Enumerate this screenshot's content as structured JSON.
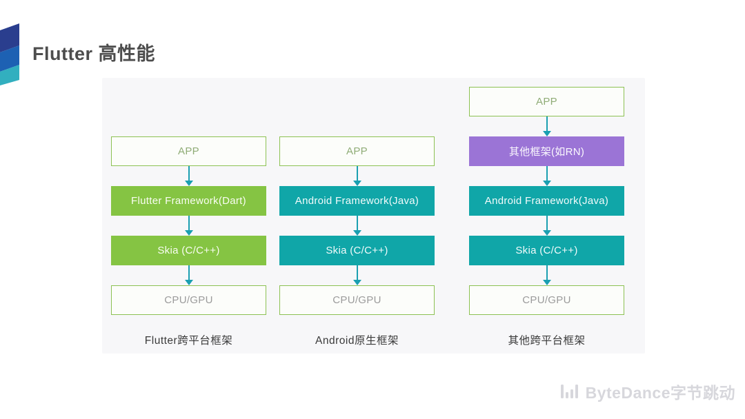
{
  "slide": {
    "title": "Flutter 高性能",
    "footer_brand": "ByteDance字节跳动"
  },
  "colors": {
    "box_green": "#85c443",
    "box_teal": "#10a6a8",
    "box_purple": "#9b74d6",
    "outline_border_green": "#8cc152",
    "arrow_teal": "#1a9fb1",
    "panel_gray": "#f7f7f9",
    "logo_navy": "#2a3e8e",
    "logo_blue": "#1d61b3",
    "logo_teal": "#32afbf",
    "footer_gray": "#d7d7dc"
  },
  "icons": {
    "corner_logo": "cube-ribbon-icon",
    "footer_logo": "bytedance-bars-icon"
  },
  "diagram": {
    "columns": [
      {
        "label": "Flutter跨平台框架",
        "boxes": [
          {
            "text": "APP",
            "style": "outline"
          },
          {
            "text": "Flutter Framework(Dart)",
            "style": "green"
          },
          {
            "text": "Skia (C/C++)",
            "style": "green"
          },
          {
            "text": "CPU/GPU",
            "style": "outline-gray"
          }
        ]
      },
      {
        "label": "Android原生框架",
        "boxes": [
          {
            "text": "APP",
            "style": "outline"
          },
          {
            "text": "Android Framework(Java)",
            "style": "teal"
          },
          {
            "text": "Skia (C/C++)",
            "style": "teal"
          },
          {
            "text": "CPU/GPU",
            "style": "outline-gray"
          }
        ]
      },
      {
        "label": "其他跨平台框架",
        "boxes": [
          {
            "text": "APP",
            "style": "outline"
          },
          {
            "text": "其他框架(如RN)",
            "style": "purple"
          },
          {
            "text": "Android Framework(Java)",
            "style": "teal"
          },
          {
            "text": "Skia (C/C++)",
            "style": "teal"
          },
          {
            "text": "CPU/GPU",
            "style": "outline-gray"
          }
        ]
      }
    ]
  }
}
